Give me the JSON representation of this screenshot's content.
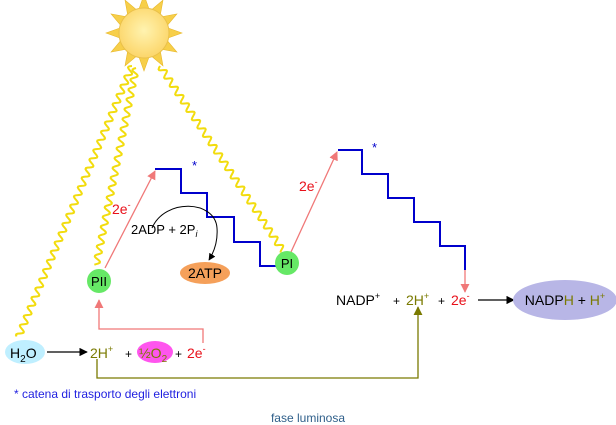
{
  "labels": {
    "water_main": "H",
    "water_sub": "2",
    "water_tail": "O",
    "protons_left_main": "2H",
    "protons_left_sup": "+",
    "plus_1": "+",
    "oxygen_half": "½O",
    "oxygen_sub": "2",
    "plus_2": "+",
    "electrons_left_main": "2e",
    "electrons_left_sup": "-",
    "psii": "PII",
    "psi": "PI",
    "electrons_psii_main": "2e",
    "electrons_psii_sup": "-",
    "electrons_psi_main": "2e",
    "electrons_psi_sup": "-",
    "adp_text": "2ADP + 2P",
    "adp_sub": "i",
    "atp": "2ATP",
    "chain_star_1": "*",
    "chain_star_2": "*",
    "nadp_main": "NADP",
    "nadp_sup": "+",
    "plus_3": "+",
    "protons_right_main": "2H",
    "protons_right_sup": "+",
    "plus_4": "+",
    "electrons_right_main": "2e",
    "electrons_right_sup": "-",
    "nadph_nadp": "NADP",
    "nadph_h": "H",
    "nadph_plus": " + ",
    "nadph_hplus": "H",
    "nadph_hplus_sup": "+",
    "footnote": "* catena di trasporto degli elettroni",
    "caption": "fase luminosa"
  },
  "icons": {
    "sun": "sun-icon"
  },
  "colors": {
    "sun_fill": "#fde68a",
    "sun_rays": "#f5c842",
    "wave": "#f2dc0e",
    "water_bg": "#bfefff",
    "ps_green": "#66e866",
    "oxygen_bg": "#ff55ee",
    "atp_bg": "#f5a05a",
    "nadph_bg": "#b8b6e6",
    "chain": "#0000cc",
    "electron_red": "#e8101a",
    "proton_olive": "#7a7a00",
    "flow_pink": "#f07878",
    "footnote_blue": "#1f1fe0",
    "caption_blue": "#2f5f8a"
  }
}
